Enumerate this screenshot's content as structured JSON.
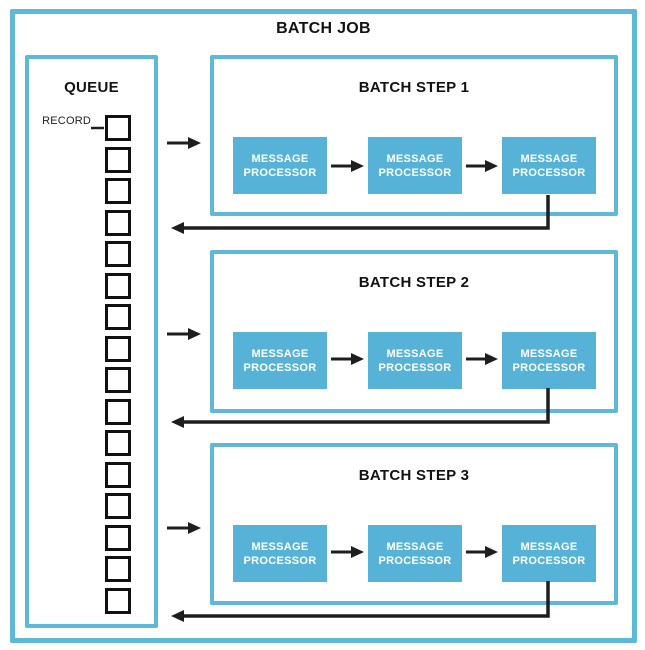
{
  "batch_job": {
    "title": "BATCH JOB"
  },
  "queue": {
    "title": "QUEUE",
    "record_label": "RECORD",
    "record_count": 16
  },
  "steps": [
    {
      "label": "BATCH STEP 1",
      "processors": [
        "MESSAGE PROCESSOR",
        "MESSAGE PROCESSOR",
        "MESSAGE PROCESSOR"
      ]
    },
    {
      "label": "BATCH STEP 2",
      "processors": [
        "MESSAGE PROCESSOR",
        "MESSAGE PROCESSOR",
        "MESSAGE PROCESSOR"
      ]
    },
    {
      "label": "BATCH STEP 3",
      "processors": [
        "MESSAGE PROCESSOR",
        "MESSAGE PROCESSOR",
        "MESSAGE PROCESSOR"
      ]
    }
  ],
  "colors": {
    "accent_blue_border": "#5DB8D9",
    "processor_fill": "#56B3D7",
    "line_black": "#1E1E1E",
    "text_black": "#121212",
    "text_white": "#FFFFFF"
  }
}
